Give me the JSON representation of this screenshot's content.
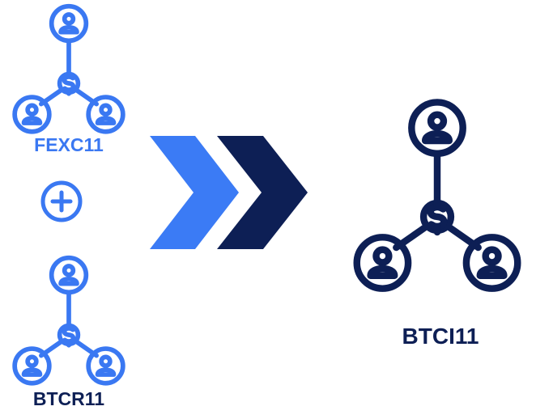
{
  "nodes": [
    {
      "id": "fexc",
      "label": "FEXC11",
      "icon": "investor-network-icon"
    },
    {
      "id": "btcr",
      "label": "BTCR11",
      "icon": "investor-network-icon"
    },
    {
      "id": "btci",
      "label": "BTCI11",
      "icon": "investor-network-icon"
    }
  ],
  "operator_icon": "plus-circle-icon",
  "arrow_icon": "double-chevron-right-icon",
  "colors": {
    "source_blue": "#3a78f2",
    "source_label": "#3a78f2",
    "arrow_light": "#3b7bf5",
    "arrow_dark": "#0d1f55",
    "target_navy": "#0d1f55"
  }
}
